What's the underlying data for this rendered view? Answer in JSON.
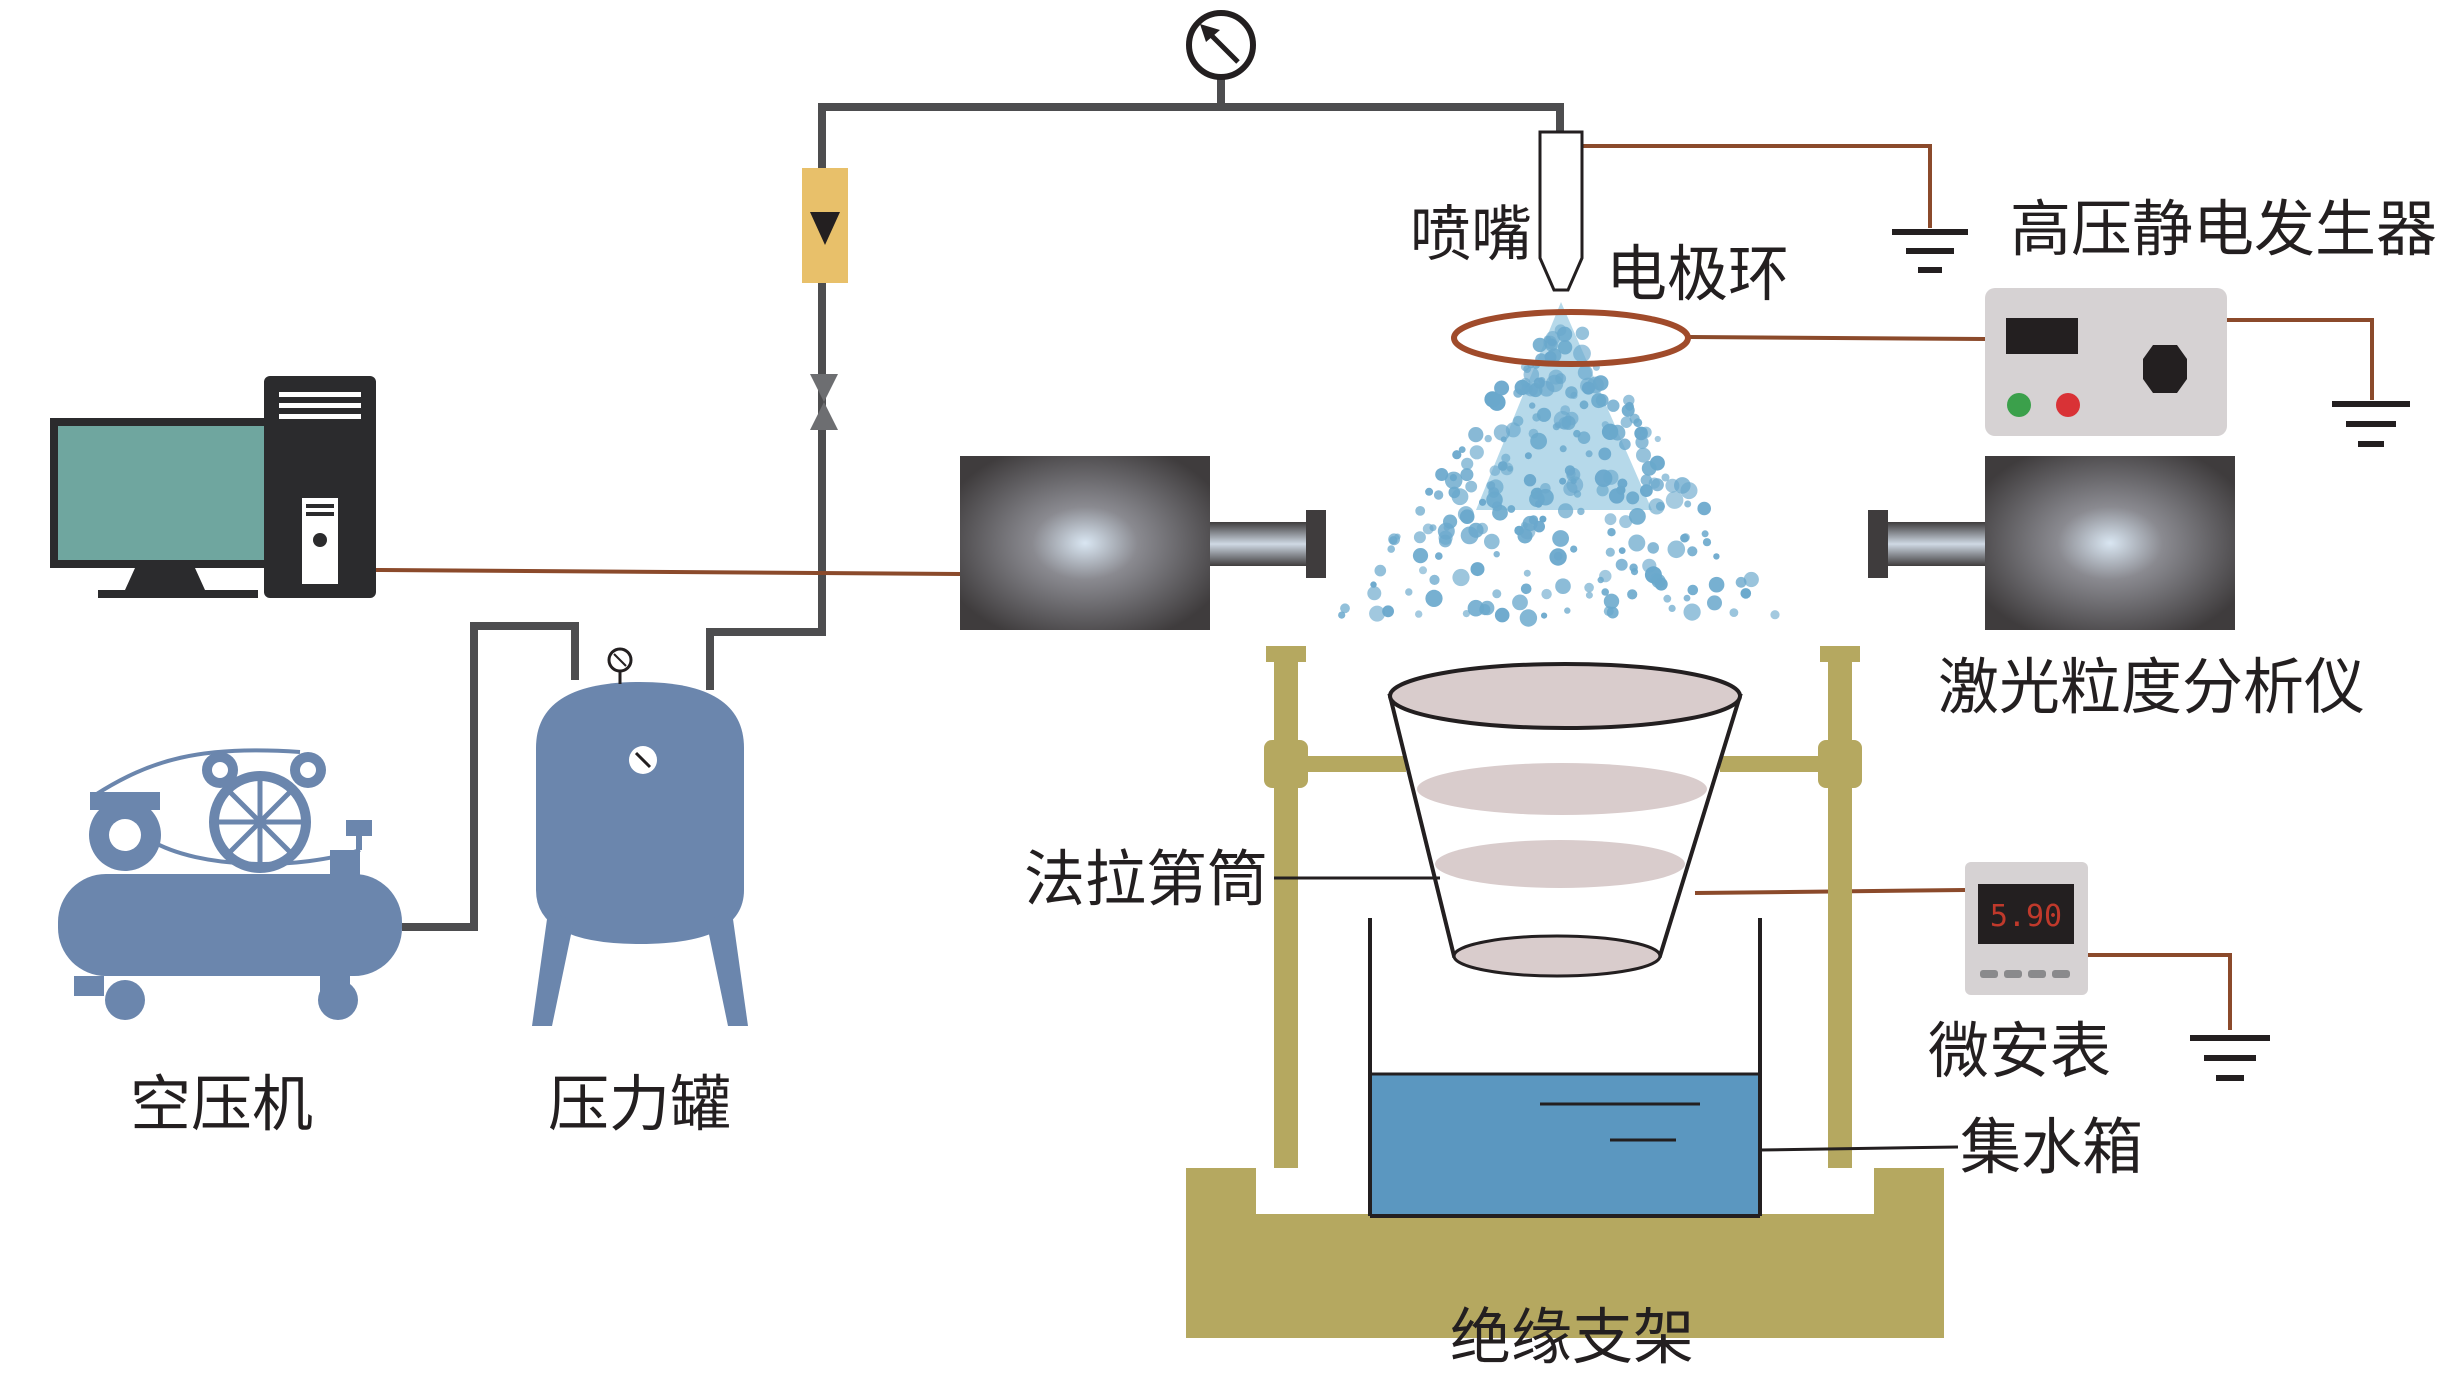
{
  "labels": {
    "compressor": "空压机",
    "pressure_tank": "压力罐",
    "nozzle": "喷嘴",
    "electrode_ring": "电极环",
    "hv_generator": "高压静电发生器",
    "laser_analyzer": "激光粒度分析仪",
    "faraday_cup": "法拉第筒",
    "microammeter": "微安表",
    "water_tank": "集水箱",
    "insulating_stand": "绝缘支架"
  },
  "microammeter_reading": "5.90",
  "colors": {
    "pipe": "#4d4d4f",
    "wire": "#8b4a2b",
    "equipment_blue": "#6b86ad",
    "stand": "#b5a860",
    "water": "#5b97c0",
    "spray": "#a9d2e6",
    "droplet": "#6aa8cc",
    "computer_dark": "#2b2b2d",
    "screen": "#6fa69f",
    "flowmeter": "#e8c06a",
    "generator_body": "#d6d2d3"
  }
}
